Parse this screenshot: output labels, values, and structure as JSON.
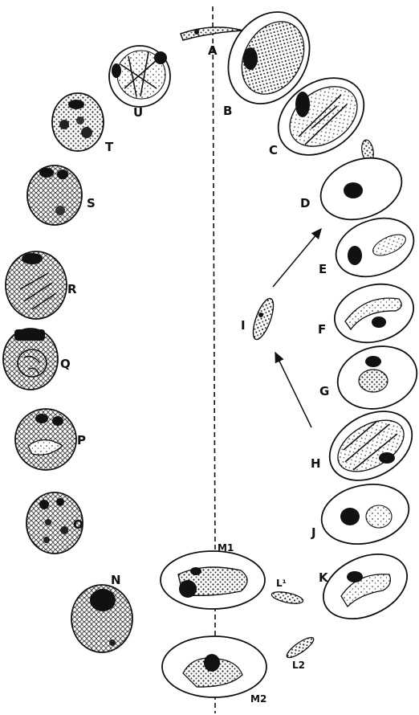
{
  "figure": {
    "labels": {
      "A": "A",
      "B": "B",
      "C": "C",
      "D": "D",
      "E": "E",
      "F": "F",
      "G": "G",
      "H": "H",
      "I": "I",
      "J": "J",
      "K": "K",
      "L1": "L¹",
      "L2": "L2",
      "M1": "M1",
      "M2": "M2",
      "N": "N",
      "O": "O",
      "P": "P",
      "Q": "Q",
      "R": "R",
      "S": "S",
      "T": "T",
      "U": "U"
    }
  }
}
